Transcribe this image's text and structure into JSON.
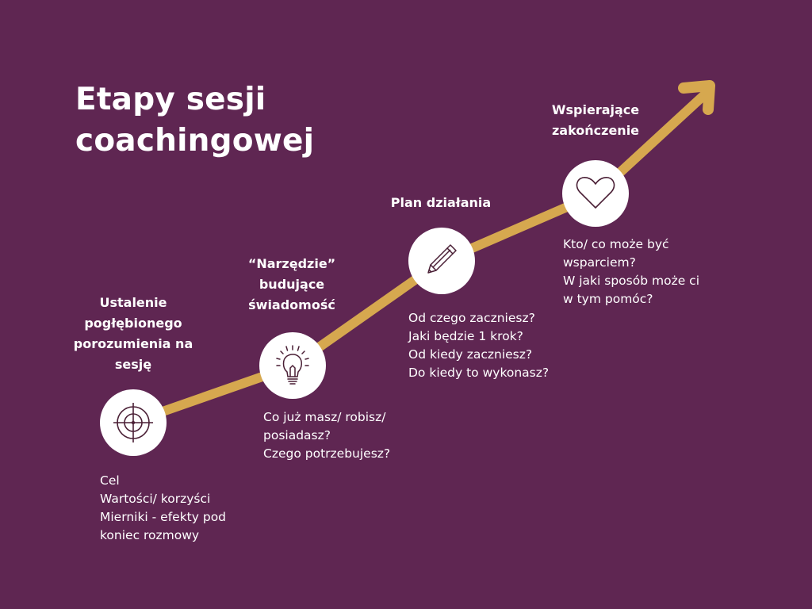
{
  "title": {
    "line1": "Etapy sesji",
    "line2": "coachingowej"
  },
  "colors": {
    "background": "#5f2652",
    "arrow": "#d6a84f",
    "circle": "#ffffff",
    "icon_stroke": "#4a1f35",
    "text": "#ffffff"
  },
  "stages": [
    {
      "icon": "target-icon",
      "title": [
        "Ustalenie",
        "pogłębionego",
        "porozumienia na",
        "sesję"
      ],
      "items": [
        "Cel",
        "Wartości/ korzyści",
        "Mierniki - efekty pod",
        "koniec rozmowy"
      ]
    },
    {
      "icon": "lightbulb-icon",
      "title": [
        "“Narzędzie”",
        "budujące",
        "świadomość"
      ],
      "items": [
        "Co już masz/ robisz/",
        "posiadasz?",
        "Czego potrzebujesz?"
      ]
    },
    {
      "icon": "pencil-icon",
      "title": [
        "Plan działania"
      ],
      "items": [
        "Od czego zaczniesz?",
        "Jaki będzie 1 krok?",
        "Od kiedy zaczniesz?",
        "Do kiedy to wykonasz?"
      ]
    },
    {
      "icon": "heart-icon",
      "title": [
        "Wspierające",
        "zakończenie"
      ],
      "items": [
        "Kto/ co może być",
        "wsparciem?",
        "W jaki sposób może ci",
        "w tym pomóc?"
      ]
    }
  ]
}
